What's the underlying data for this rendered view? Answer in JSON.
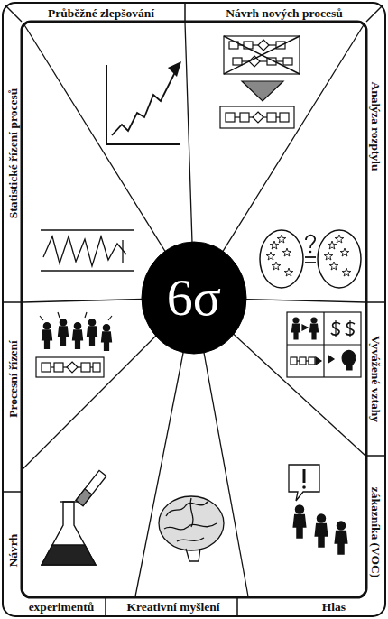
{
  "diagram": {
    "nodes": [
      {
        "text": [
          "6σ"
        ]
      }
    ],
    "labels": [
      "Průběžné zlepšování",
      "Návrh nových procesů",
      "Analýza rozptylu",
      "Vyvážené vztahy",
      "zákazníka (VOC)",
      "Hlas",
      "Kreativní myšlení",
      "experimentů",
      "Návrh",
      "Procesní řízení",
      "Statistické řízení procesů"
    ]
  }
}
